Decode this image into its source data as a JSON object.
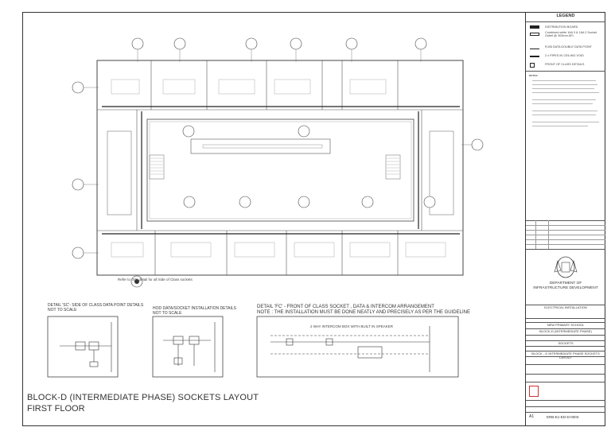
{
  "drawing": {
    "title": "BLOCK-D  (INTERMEDIATE PHASE) SOCKETS LAYOUT",
    "subtitle": "FIRST FLOOR",
    "ref_note": "Refer to 'SC' detail for all Side of Class sockets"
  },
  "details": {
    "sc": {
      "line1": "DETAIL 'SC'- SIDE OF CLASS DATA POINT DETAILS",
      "line2": "NOT TO SCALE"
    },
    "hod": {
      "line1": "HOD DATA/SOCKET INSTALLATION DETAILS",
      "line2": "NOT TO SCALE"
    },
    "fc": {
      "line1": "DETAIL 'FC' - FRONT OF CLASS SOCKET , DATA & INTERCOM ARRANGEMENT",
      "line2": "NOTE : THE INSTALLATION MUST BE DONE NEATLY AND PRECISELY AS PER THE GUIDELINE",
      "inner": "2 WAY INTERCOM BOX WITH BUILT IN SPEAKER"
    }
  },
  "title_block": {
    "legend_title": "LEGEND",
    "legend_items": [
      "DISTRIBUTION BOARD",
      "Combined white 16A 3 & 16A 2 Socket Outlet @ 300mm AFL",
      "RJ45 DATA DOUBLE DATA POINT",
      "2 x PIPES IN CEILING VOID",
      "FRONT OF CLASS DETAILS"
    ],
    "notes_title": "NOTES:",
    "department_line1": "DEPARTMENT OF",
    "department_line2": "INFRASTRUCTURE DEVELOPMENT",
    "rows": [
      "ELECTRICAL INSTALLATION",
      "NEW PRIMARY SCHOOL",
      "BLOCK-D (INTERMEDIATE PHASE)",
      "SOCKETS",
      "BLOCK - D INTERMEDIATE PHASE SOCKETS LAYOUT"
    ],
    "sheet_size": "A1",
    "drawing_no": "ERB-E1-ED-D-0003"
  },
  "colors": {
    "line": "#333333",
    "light": "#888888",
    "grid": "#bbbbbb"
  }
}
